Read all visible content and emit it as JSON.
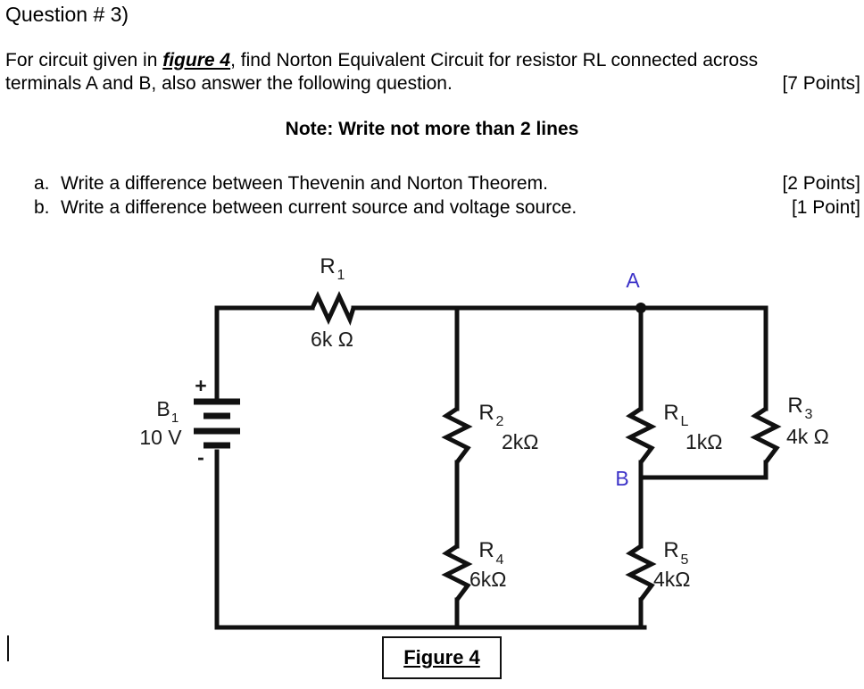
{
  "question": {
    "title": "Question # 3)",
    "line1_pre": "For circuit given in ",
    "line1_figref": "figure 4",
    "line1_post": ", find Norton Equivalent Circuit for resistor RL connected across",
    "line2": "terminals A and B, also answer the following question.",
    "line2_points": "[7 Points]",
    "note": "Note: Write not more than 2 lines"
  },
  "subquestions": [
    {
      "marker": "a.",
      "text": "Write a difference between Thevenin and Norton Theorem.",
      "points": "[2 Points]"
    },
    {
      "marker": "b.",
      "text": "Write a difference between current source and voltage source.",
      "points": "[1 Point]"
    }
  ],
  "figure": {
    "caption": "Figure 4",
    "source": {
      "name": "B",
      "name_sub": "1",
      "value": "10 V",
      "plus": "+",
      "minus": "-"
    },
    "nodes": [
      {
        "label": "A",
        "color": "#3c32c8"
      },
      {
        "label": "B",
        "color": "#3c32c8"
      }
    ],
    "resistors": [
      {
        "name": "R",
        "sub": "1",
        "value": "6k Ω"
      },
      {
        "name": "R",
        "sub": "2",
        "value": "2kΩ"
      },
      {
        "name": "R",
        "sub": "L",
        "value": "1kΩ"
      },
      {
        "name": "R",
        "sub": "3",
        "value": "4k  Ω"
      },
      {
        "name": "R",
        "sub": "4",
        "value": "6kΩ"
      },
      {
        "name": "R",
        "sub": "5",
        "value": "4kΩ"
      }
    ]
  },
  "colors": {
    "wire": "#111111",
    "text": "#1a1a1a",
    "node_label": "#3c32c8",
    "background": "#ffffff"
  }
}
